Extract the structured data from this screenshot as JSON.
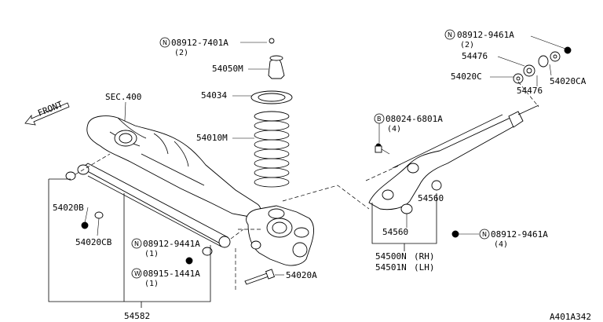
{
  "labels": {
    "sec400": "SEC.400",
    "front": "FRONT",
    "p54050M": "54050M",
    "p54034": "54034",
    "p54010M": "54010M",
    "p54020B": "54020B",
    "p54020CB": "54020CB",
    "p54020A": "54020A",
    "p54582": "54582",
    "p54476a": "54476",
    "p54476b": "54476",
    "p54020C": "54020C",
    "p54020CA": "54020CA",
    "p54560a": "54560",
    "p54560b": "54560",
    "p54500N": "54500N",
    "rh": "(RH)",
    "p54501N": "54501N",
    "lh": "(LH)",
    "catalog": "A401A342"
  },
  "callouts": {
    "n1": {
      "symbol": "N",
      "code": "08912-7401A",
      "qty": "(2)"
    },
    "n2": {
      "symbol": "N",
      "code": "08912-9461A",
      "qty": "(2)"
    },
    "b1": {
      "symbol": "B",
      "code": "08024-6801A",
      "qty": "(4)"
    },
    "n3": {
      "symbol": "N",
      "code": "08912-9441A",
      "qty": "(1)"
    },
    "w1": {
      "symbol": "W",
      "code": "08915-1441A",
      "qty": "(1)"
    },
    "n4": {
      "symbol": "N",
      "code": "08912-9461A",
      "qty": "(4)"
    }
  }
}
